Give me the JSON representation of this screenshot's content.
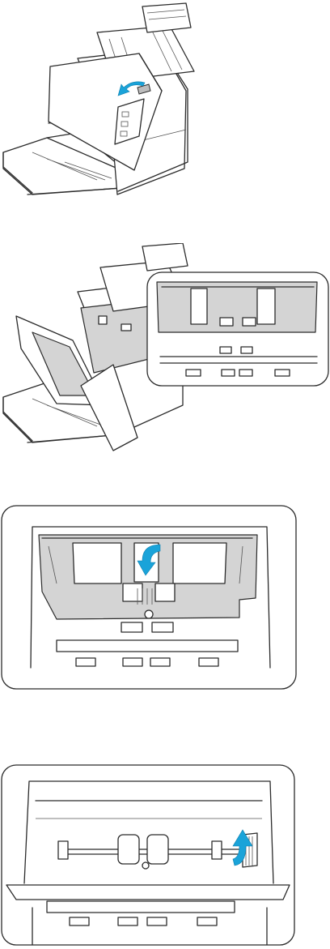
{
  "figure": {
    "steps": [
      {
        "id": "open-cover",
        "arrow_color": "#1aa3d9"
      },
      {
        "id": "cover-opened-inset"
      },
      {
        "id": "release-roller-cover",
        "arrow_color": "#1aa3d9"
      },
      {
        "id": "remove-roller",
        "arrow_color": "#1aa3d9"
      }
    ],
    "colors": {
      "line": "#2b2b2b",
      "shade": "#d4d4d4",
      "accent": "#1aa3d9"
    }
  }
}
